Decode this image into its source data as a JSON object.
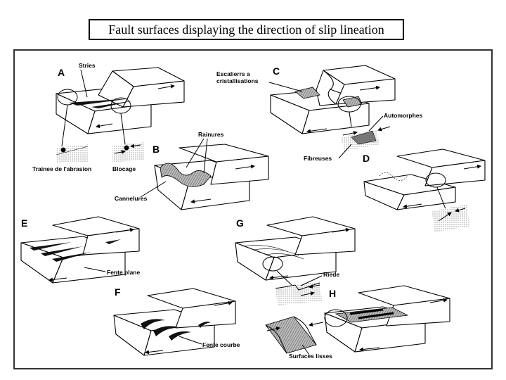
{
  "title": "Fault surfaces displaying the direction of slip lineation",
  "panels": {
    "A": {
      "letter": "A",
      "labels": {
        "stries": "Stries",
        "trainee": "Trainee de l'abrasion",
        "blocage": "Blocage"
      }
    },
    "B": {
      "letter": "B",
      "labels": {
        "rainures": "Rainures",
        "cannelures": "Cannelures"
      }
    },
    "C": {
      "letter": "C",
      "labels": {
        "escaliers": "Escalierrs a cristallisations",
        "automorphes": "Automorphes",
        "fibreuses": "Fibreuses"
      }
    },
    "D": {
      "letter": "D"
    },
    "E": {
      "letter": "E",
      "labels": {
        "fente_plane": "Fente plane"
      }
    },
    "F": {
      "letter": "F",
      "labels": {
        "fente_courbe": "Fente courbe"
      }
    },
    "G": {
      "letter": "G",
      "labels": {
        "riede": "Riede"
      }
    },
    "H": {
      "letter": "H",
      "labels": {
        "surfaces_lisses": "Surfaces lisses"
      }
    }
  }
}
